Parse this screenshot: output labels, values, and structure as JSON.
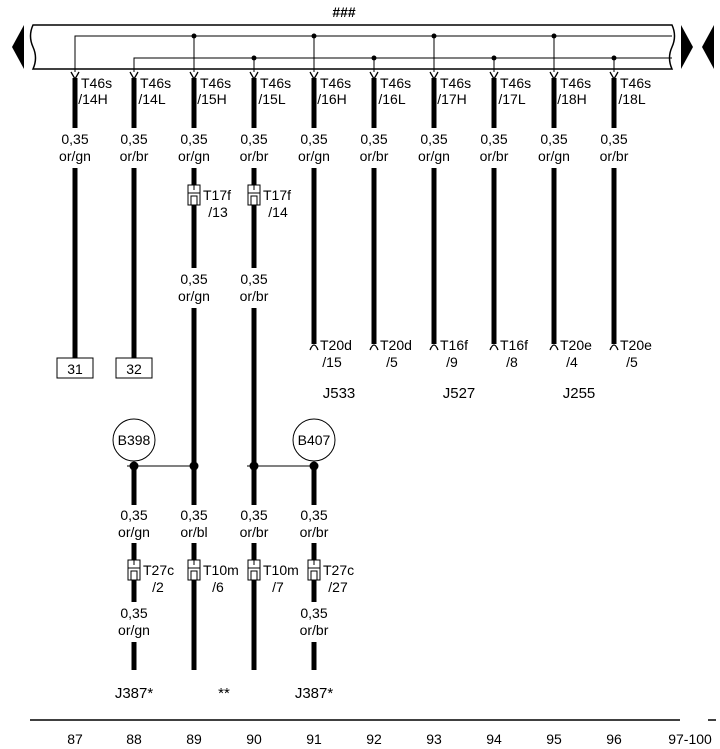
{
  "bus_label": "###",
  "colors": {
    "ink": "#000000",
    "background": "#ffffff"
  },
  "columns": [
    {
      "track": "87",
      "pin": [
        "T46s",
        "/14H"
      ],
      "gauge": [
        "0,35",
        "or/gn"
      ],
      "bus": "H",
      "end_box": "31"
    },
    {
      "track": "88",
      "pin": [
        "T46s",
        "/14L"
      ],
      "gauge": [
        "0,35",
        "or/br"
      ],
      "bus": "L",
      "end_box": "32"
    },
    {
      "track": "89",
      "pin": [
        "T46s",
        "/15H"
      ],
      "gauge": [
        "0,35",
        "or/gn"
      ],
      "bus": "H",
      "connector": [
        "T17f",
        "/13"
      ],
      "gauge2": [
        "0,35",
        "or/gn"
      ]
    },
    {
      "track": "90",
      "pin": [
        "T46s",
        "/15L"
      ],
      "gauge": [
        "0,35",
        "or/br"
      ],
      "bus": "L",
      "connector": [
        "T17f",
        "/14"
      ],
      "gauge2": [
        "0,35",
        "or/br"
      ]
    },
    {
      "track": "91",
      "pin": [
        "T46s",
        "/16H"
      ],
      "gauge": [
        "0,35",
        "or/gn"
      ],
      "bus": "H",
      "end_pin": [
        "T20d",
        "/15"
      ]
    },
    {
      "track": "92",
      "pin": [
        "T46s",
        "/16L"
      ],
      "gauge": [
        "0,35",
        "or/br"
      ],
      "bus": "L",
      "end_pin": [
        "T20d",
        "/5"
      ]
    },
    {
      "track": "93",
      "pin": [
        "T46s",
        "/17H"
      ],
      "gauge": [
        "0,35",
        "or/gn"
      ],
      "bus": "H",
      "end_pin": [
        "T16f",
        "/9"
      ]
    },
    {
      "track": "94",
      "pin": [
        "T46s",
        "/17L"
      ],
      "gauge": [
        "0,35",
        "or/br"
      ],
      "bus": "L",
      "end_pin": [
        "T16f",
        "/8"
      ]
    },
    {
      "track": "95",
      "pin": [
        "T46s",
        "/18H"
      ],
      "gauge": [
        "0,35",
        "or/gn"
      ],
      "bus": "H",
      "end_pin": [
        "T20e",
        "/4"
      ]
    },
    {
      "track": "96",
      "pin": [
        "T46s",
        "/18L"
      ],
      "gauge": [
        "0,35",
        "or/br"
      ],
      "bus": "L",
      "end_pin": [
        "T20e",
        "/5"
      ]
    }
  ],
  "extra_track": "97-100",
  "components": [
    {
      "label": "J533",
      "cols": [
        4,
        5
      ]
    },
    {
      "label": "J527",
      "cols": [
        6,
        7
      ]
    },
    {
      "label": "J255",
      "cols": [
        8,
        9
      ]
    }
  ],
  "splices": [
    {
      "label": "B398",
      "col": 1,
      "joins": 2
    },
    {
      "label": "B407",
      "col": 4,
      "joins": 3
    }
  ],
  "lower_wires": [
    {
      "col": 1,
      "gauge": [
        "0,35",
        "or/gn"
      ],
      "connector": [
        "T27c",
        "/2"
      ],
      "gauge2": [
        "0,35",
        "or/gn"
      ]
    },
    {
      "col": 2,
      "gauge": [
        "0,35",
        "or/bl"
      ],
      "connector": [
        "T10m",
        "/6"
      ]
    },
    {
      "col": 3,
      "gauge": [
        "0,35",
        "or/br"
      ],
      "connector": [
        "T10m",
        "/7"
      ]
    },
    {
      "col": 4,
      "gauge": [
        "0,35",
        "or/br"
      ],
      "connector": [
        "T27c",
        "/27"
      ],
      "gauge2": [
        "0,35",
        "or/br"
      ]
    }
  ],
  "bottom_labels": [
    {
      "label": "J387*",
      "cols": [
        1
      ]
    },
    {
      "label": "**",
      "cols": [
        2,
        3
      ]
    },
    {
      "label": "J387*",
      "cols": [
        4
      ]
    }
  ]
}
